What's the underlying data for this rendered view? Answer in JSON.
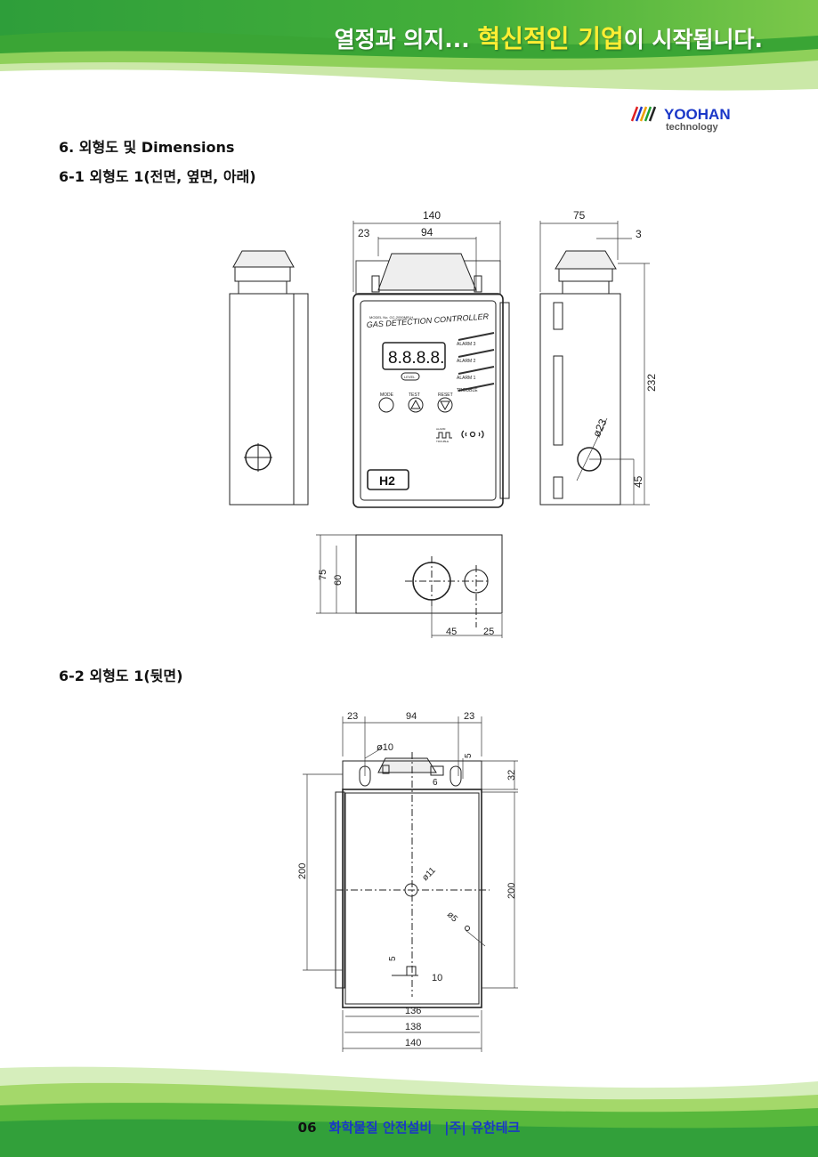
{
  "header": {
    "tagline_before": "열정과 의지... ",
    "tagline_highlight": "혁신적인 기업",
    "tagline_after": "이 시작됩니다.",
    "logo_name": "YOOHAN",
    "logo_sub": "technology"
  },
  "sections": {
    "title": "6. 외형도 및 Dimensions",
    "sub1": "6-1 외형도 1(전면, 옆면, 아래)",
    "sub2": "6-2 외형도 1(뒷면)"
  },
  "drawing1": {
    "dims": {
      "width": "140",
      "inner": "94",
      "offset": "23",
      "depth": "75",
      "wall": "3",
      "height": "232",
      "hole_h": "45",
      "hole_d": "ø23",
      "b_depth": "75",
      "b_inner": "60",
      "b_hole": "45",
      "b_edge": "25"
    },
    "panel": {
      "model": "MODEL No. GC-2000MR-H",
      "title": "GAS DETECTION CONTROLLER",
      "display": "8.8.8.8.",
      "level": "LEVEL",
      "alarm3": "ALARM 3",
      "alarm2": "ALARM 2",
      "alarm1": "ALARM 1",
      "trouble": "TROUBLE",
      "mode": "MODE",
      "test": "TEST",
      "reset": "RESET",
      "alarm_small": "ALARM",
      "trouble_small": "TROUBLE",
      "gas": "H2"
    }
  },
  "drawing2": {
    "dims": {
      "left": "23",
      "mid": "94",
      "right": "23",
      "hole": "ø10",
      "five_top": "5",
      "six": "6",
      "h32": "32",
      "h200_left": "200",
      "h200_right": "200",
      "center": "ø11",
      "small": "ø5",
      "five_bottom": "5",
      "ten": "10",
      "w136": "136",
      "w138": "138",
      "w140": "140"
    }
  },
  "footer": {
    "page": "06",
    "text1": "화학물질 안전설비",
    "text2": "|주|",
    "text3": " 유한테크"
  },
  "colors": {
    "banner_green": "#3aa535",
    "banner_light": "#a9d86e",
    "highlight": "#ffee33",
    "footer_blue": "#1a37c8"
  }
}
